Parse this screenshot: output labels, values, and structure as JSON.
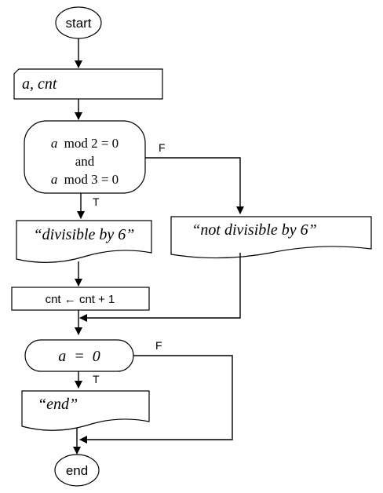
{
  "start": {
    "label": "start"
  },
  "input": {
    "label": "a, cnt"
  },
  "decision1": {
    "line1_var": "a",
    "line1_rest": "mod 2 = 0",
    "line2": "and",
    "line3_var": "a",
    "line3_rest": "mod 3 = 0",
    "true_label": "T",
    "false_label": "F"
  },
  "output_divisible": {
    "label": "“divisible by 6”"
  },
  "output_not_divisible": {
    "label": "“not divisible by 6”"
  },
  "process": {
    "label": "cnt ← cnt + 1"
  },
  "decision2": {
    "label": "a  =  0",
    "true_label": "T",
    "false_label": "F"
  },
  "output_end": {
    "label": "“end”"
  },
  "end": {
    "label": "end"
  }
}
